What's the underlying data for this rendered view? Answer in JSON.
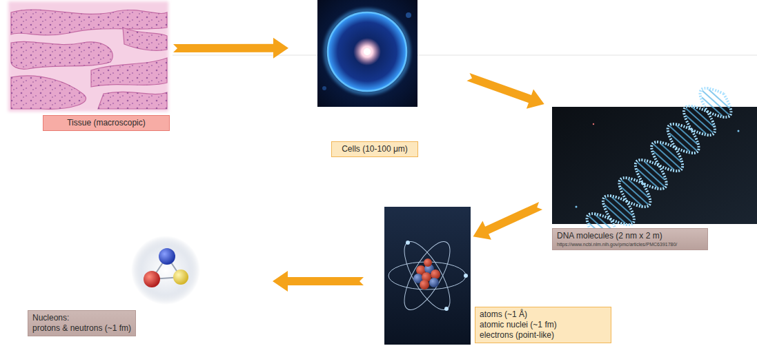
{
  "diagram": {
    "nodes": [
      {
        "text": [
          "Tissue (macroscopic)"
        ]
      },
      {
        "text": [
          "Cells (10-100 μm)"
        ]
      },
      {
        "text": [
          "DNA molecules (2 nm x 2 m)",
          "https://www.ncbi.nlm.nih.gov/pmc/articles/PMC6391780/"
        ]
      },
      {
        "text": [
          "atoms (~1 Å)",
          "atomic nuclei (~1 fm)",
          "electrons (point-like)"
        ]
      },
      {
        "text": [
          "Nucleons:",
          "protons & neutrons (~1 fm)"
        ]
      }
    ],
    "edges": [
      {
        "from": 0,
        "to": 1,
        "arrow": "to"
      },
      {
        "from": 1,
        "to": 2,
        "arrow": "to"
      },
      {
        "from": 2,
        "to": 3,
        "arrow": "to"
      },
      {
        "from": 3,
        "to": 4,
        "arrow": "to"
      }
    ]
  }
}
